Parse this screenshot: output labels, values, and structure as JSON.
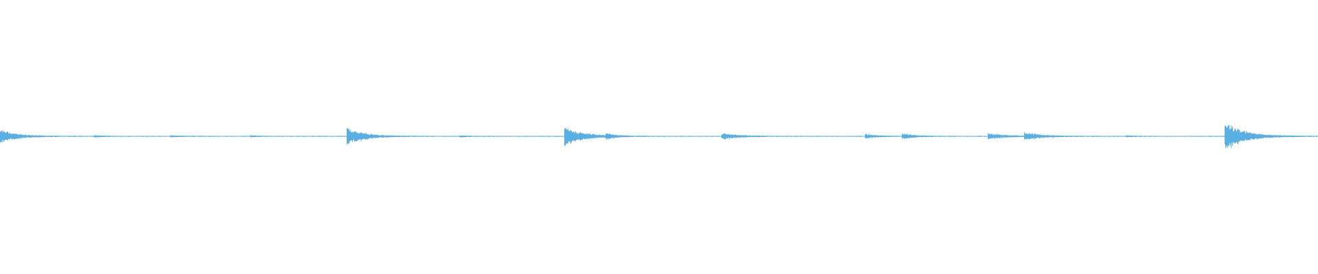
{
  "waveform": {
    "color": "#5aaee2",
    "background": "#ffffff",
    "duration_fraction_note": "",
    "peaks": [
      {
        "t": 0.0,
        "amp": 0.1,
        "decay": 0.012
      },
      {
        "t": 0.071,
        "amp": 0.015,
        "decay": 0.006
      },
      {
        "t": 0.129,
        "amp": 0.012,
        "decay": 0.008
      },
      {
        "t": 0.19,
        "amp": 0.012,
        "decay": 0.006
      },
      {
        "t": 0.263,
        "amp": 0.14,
        "decay": 0.012
      },
      {
        "t": 0.348,
        "amp": 0.012,
        "decay": 0.006
      },
      {
        "t": 0.428,
        "amp": 0.14,
        "decay": 0.014
      },
      {
        "t": 0.459,
        "amp": 0.04,
        "decay": 0.006
      },
      {
        "t": 0.547,
        "amp": 0.05,
        "decay": 0.012
      },
      {
        "t": 0.656,
        "amp": 0.04,
        "decay": 0.008
      },
      {
        "t": 0.684,
        "amp": 0.05,
        "decay": 0.008
      },
      {
        "t": 0.749,
        "amp": 0.05,
        "decay": 0.012
      },
      {
        "t": 0.777,
        "amp": 0.06,
        "decay": 0.012
      },
      {
        "t": 0.854,
        "amp": 0.012,
        "decay": 0.006
      },
      {
        "t": 0.929,
        "amp": 0.22,
        "decay": 0.014
      }
    ]
  }
}
